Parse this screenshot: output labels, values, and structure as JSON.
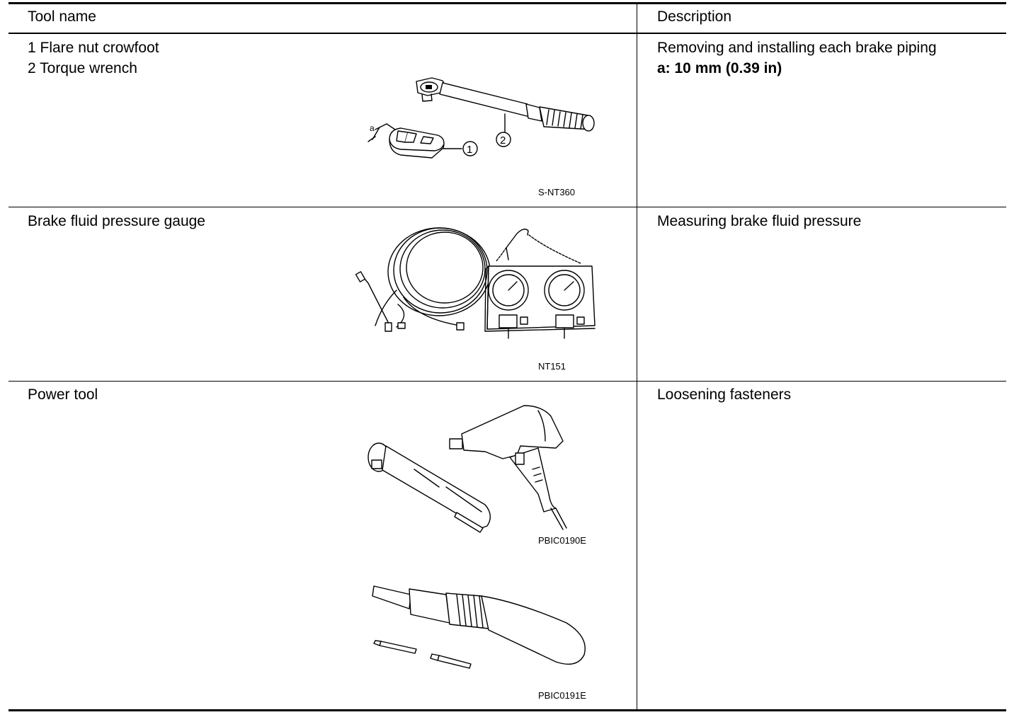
{
  "table": {
    "header": {
      "tool_name": "Tool name",
      "description": "Description"
    },
    "rows": [
      {
        "tool_lines": [
          "1 Flare nut crowfoot",
          "2 Torque wrench"
        ],
        "description": "Removing and installing each brake piping",
        "description_bold": "a: 10 mm (0.39 in)",
        "image_code": "S-NT360",
        "callouts": [
          "1",
          "2",
          "a"
        ]
      },
      {
        "tool_lines": [
          "Brake fluid pressure gauge"
        ],
        "description": "Measuring brake fluid pressure",
        "image_code": "NT151"
      },
      {
        "tool_lines": [
          "Power tool"
        ],
        "description": "Loosening fasteners",
        "image_codes": [
          "PBIC0190E",
          "PBIC0191E"
        ]
      }
    ]
  }
}
